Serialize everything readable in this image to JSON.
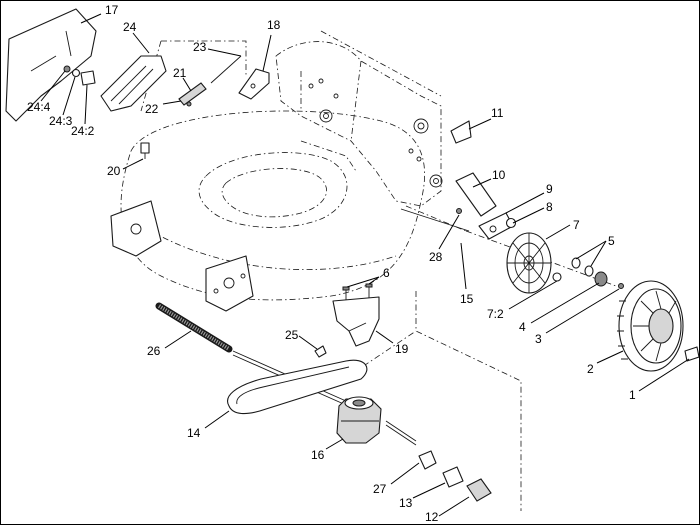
{
  "callouts": [
    {
      "id": "c1",
      "text": "1"
    },
    {
      "id": "c2",
      "text": "2"
    },
    {
      "id": "c3",
      "text": "3"
    },
    {
      "id": "c4",
      "text": "4"
    },
    {
      "id": "c5",
      "text": "5"
    },
    {
      "id": "c6",
      "text": "6"
    },
    {
      "id": "c7",
      "text": "7"
    },
    {
      "id": "c7_2",
      "text": "7:2"
    },
    {
      "id": "c8",
      "text": "8"
    },
    {
      "id": "c9",
      "text": "9"
    },
    {
      "id": "c10",
      "text": "10"
    },
    {
      "id": "c11",
      "text": "11"
    },
    {
      "id": "c12",
      "text": "12"
    },
    {
      "id": "c13",
      "text": "13"
    },
    {
      "id": "c14",
      "text": "14"
    },
    {
      "id": "c15",
      "text": "15"
    },
    {
      "id": "c16",
      "text": "16"
    },
    {
      "id": "c17",
      "text": "17"
    },
    {
      "id": "c18",
      "text": "18"
    },
    {
      "id": "c19",
      "text": "19"
    },
    {
      "id": "c20",
      "text": "20"
    },
    {
      "id": "c21",
      "text": "21"
    },
    {
      "id": "c22",
      "text": "22"
    },
    {
      "id": "c23",
      "text": "23"
    },
    {
      "id": "c24",
      "text": "24"
    },
    {
      "id": "c24_2",
      "text": "24:2"
    },
    {
      "id": "c24_3",
      "text": "24:3"
    },
    {
      "id": "c24_4",
      "text": "24:4"
    },
    {
      "id": "c25",
      "text": "25"
    },
    {
      "id": "c26",
      "text": "26"
    },
    {
      "id": "c27",
      "text": "27"
    },
    {
      "id": "c28",
      "text": "28"
    }
  ]
}
